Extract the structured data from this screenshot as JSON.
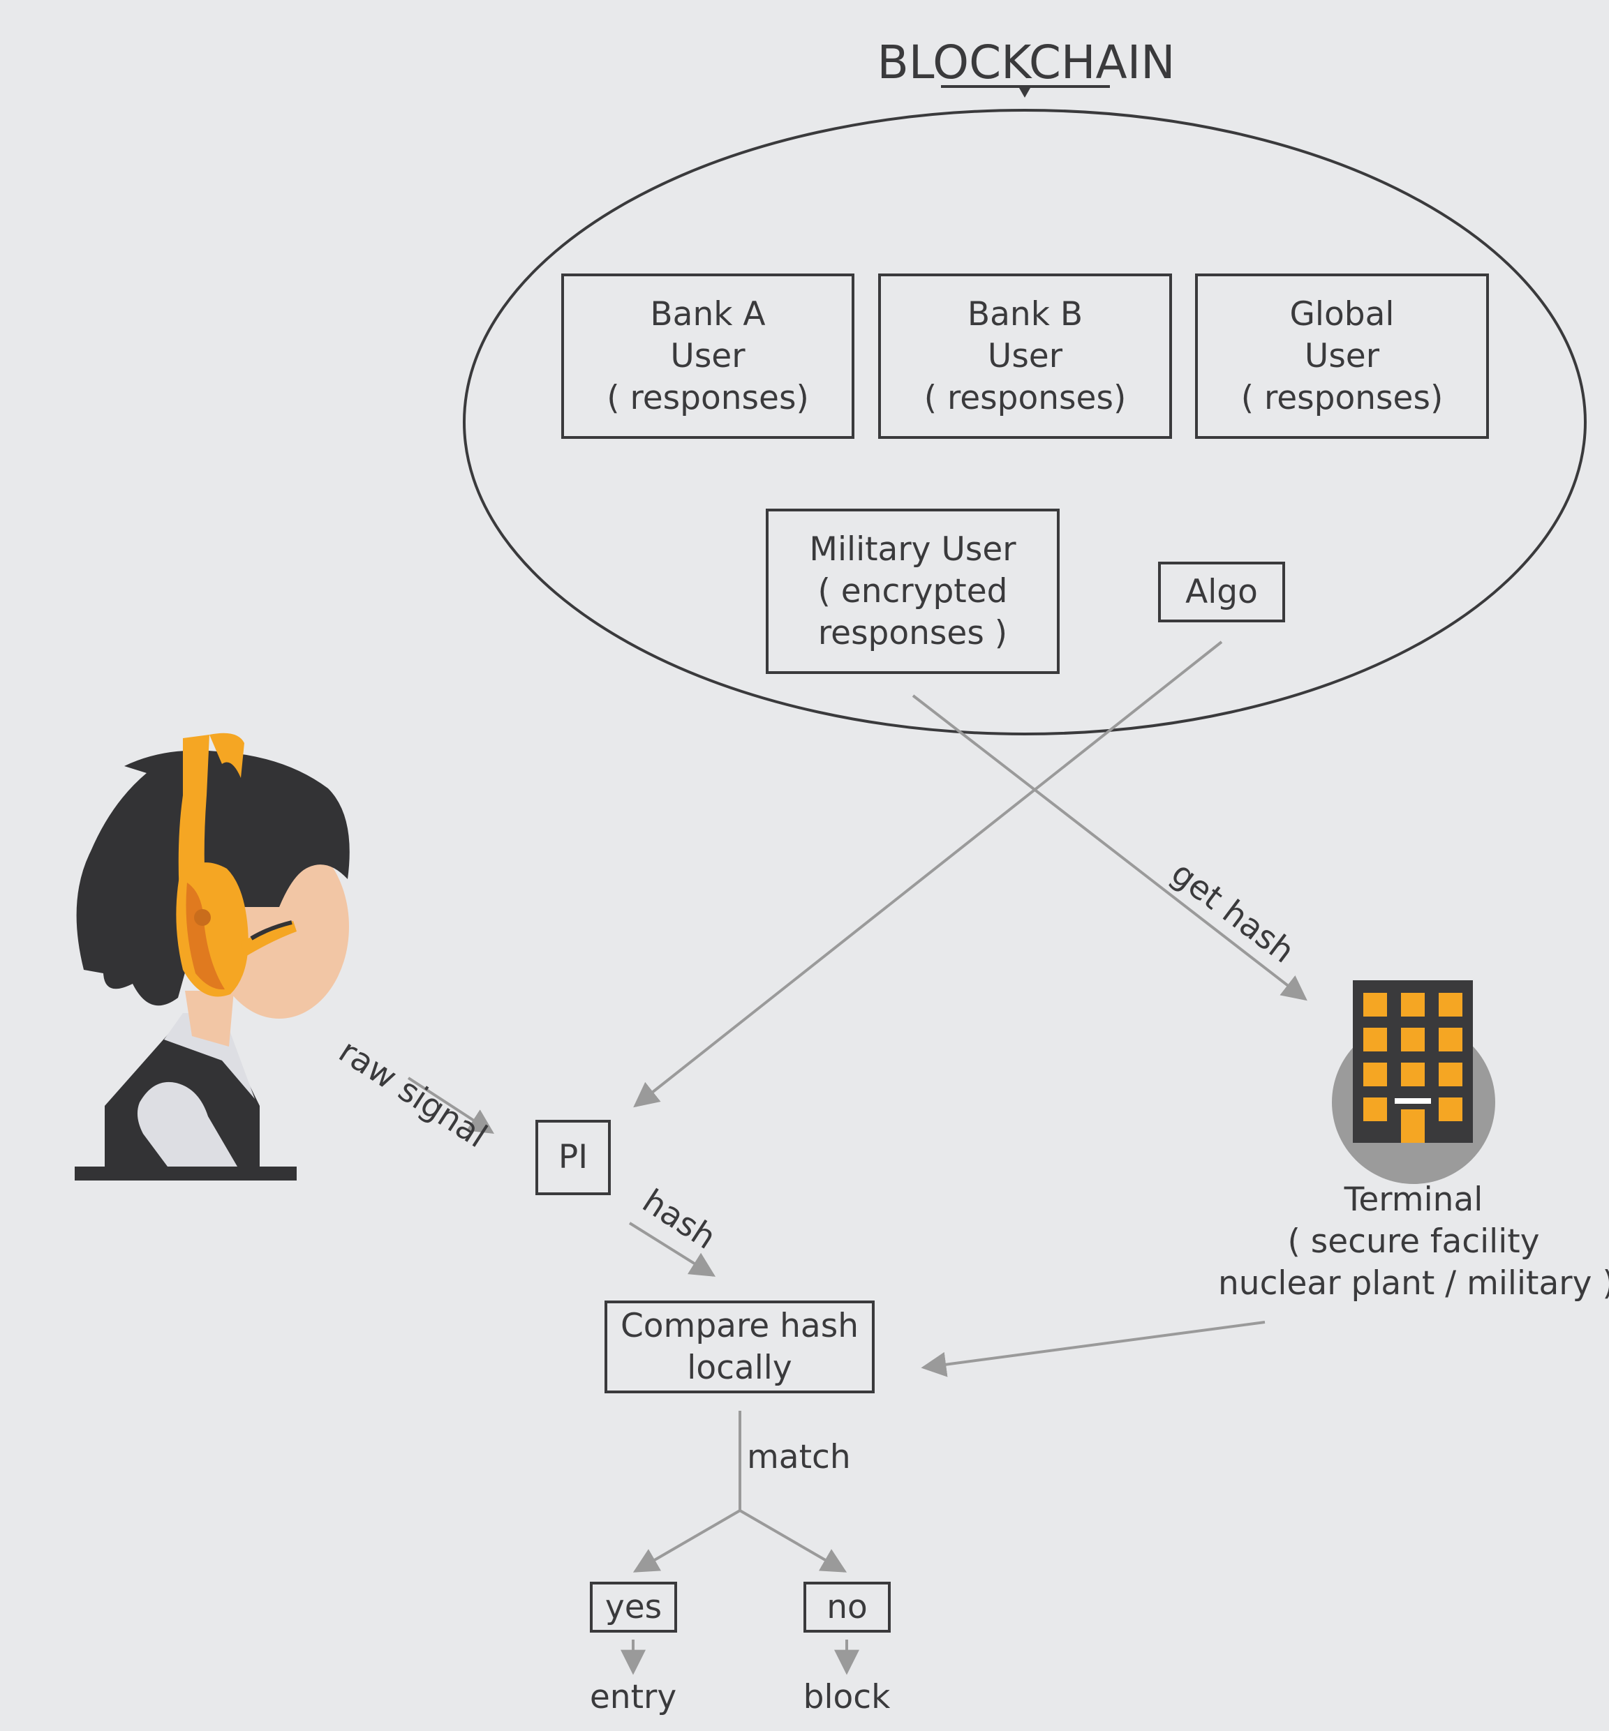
{
  "title": "BLOCKCHAIN",
  "blockchain_nodes": {
    "bank_a": [
      "Bank A",
      "User",
      "( responses)"
    ],
    "bank_b": [
      "Bank B",
      "User",
      "( responses)"
    ],
    "global": [
      "Global",
      "User",
      "( responses)"
    ],
    "military": [
      "Military User",
      "( encrypted",
      "responses )"
    ],
    "algo": "Algo"
  },
  "pi_label": "PI",
  "compare": [
    "Compare hash",
    "locally"
  ],
  "terminal": [
    "Terminal",
    "( secure facility",
    "nuclear plant / military )"
  ],
  "edges": {
    "raw_signal": "raw signal",
    "hash": "hash",
    "get_hash": "get hash",
    "match": "match"
  },
  "outcomes": {
    "yes": "yes",
    "no": "no",
    "entry": "entry",
    "block": "block"
  },
  "colors": {
    "background": "#e8e9eb",
    "outline": "#3a3a3c",
    "arrow": "#9a9a9a",
    "accent_orange": "#f5a623",
    "dark_orange": "#e07a1f",
    "skin": "#f2c6a5",
    "hair": "#333335",
    "building_circle": "#9b9b9b"
  },
  "icons": [
    "person-headset-icon",
    "building-icon"
  ]
}
